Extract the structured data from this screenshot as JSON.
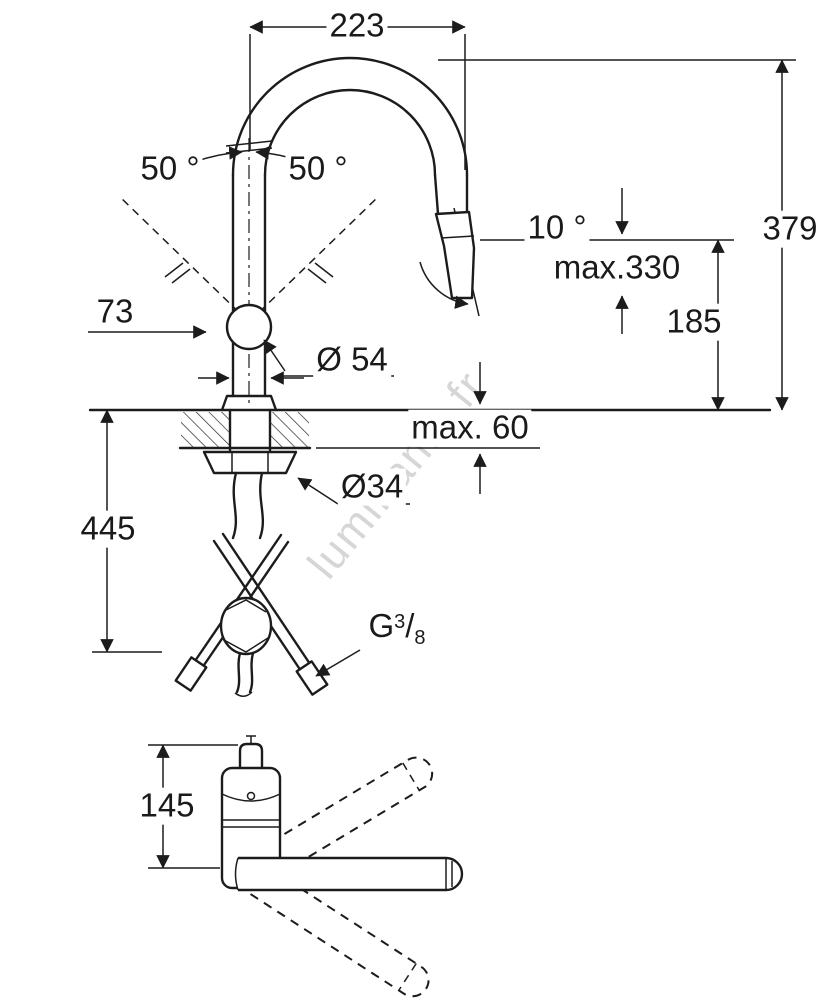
{
  "page": {
    "background": "#ffffff",
    "line_color": "#1c1c1c"
  },
  "watermark": {
    "text": "luminania.fr"
  },
  "labels": {
    "dim_223": "223",
    "angle_50_left": "50 °",
    "angle_50_right": "50 °",
    "angle_10": "10 °",
    "dim_379": "379",
    "dim_max330": "max.330",
    "dim_185": "185",
    "dim_73": "73",
    "dim_dia54": "Ø 54",
    "dim_max60": "max. 60",
    "dim_dia34": "Ø34",
    "dim_445": "445",
    "thread_g": "G",
    "thread_num": "3",
    "thread_slash": "/",
    "thread_den": "8",
    "dim_145": "145"
  }
}
